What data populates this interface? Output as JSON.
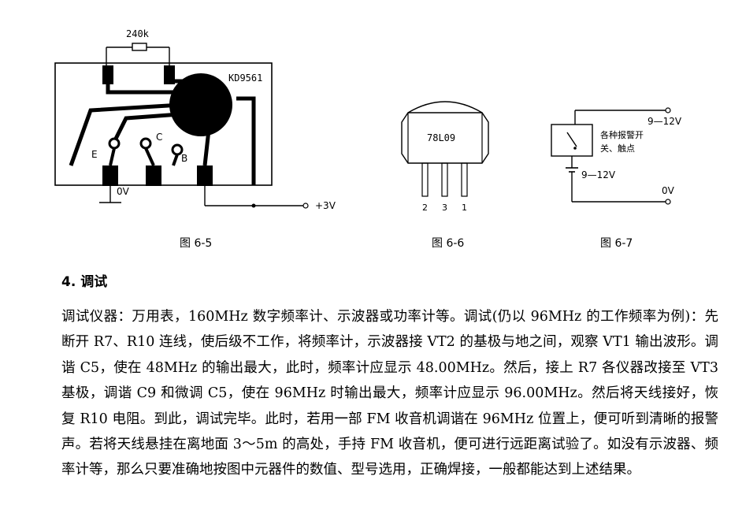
{
  "fig5": {
    "resistor_label": "240k",
    "chip_label": "KD9561",
    "pin_e": "E",
    "pin_c": "C",
    "pin_b": "B",
    "ground_label": "0V",
    "supply_label": "+3V",
    "caption": "图 6-5"
  },
  "fig6": {
    "part_label": "78L09",
    "pin_2": "2",
    "pin_3": "3",
    "pin_1": "1",
    "caption": "图 6-6"
  },
  "fig7": {
    "top_voltage": "9—12V",
    "switch_label_line1": "各种报警开",
    "switch_label_line2": "关、触点",
    "battery_voltage": "9—12V",
    "ground_label": "0V",
    "caption": "图 6-7"
  },
  "section": {
    "heading": "4. 调试",
    "paragraph": "调试仪器：万用表，160MHz 数字频率计、示波器或功率计等。调试(仍以 96MHz 的工作频率为例)：先断开 R7、R10 连线，使后级不工作，将频率计，示波器接 VT2 的基极与地之间，观察 VT1 输出波形。调谐 C5，使在 48MHz 的输出最大，此时，频率计应显示 48.00MHz。然后，接上 R7 各仪器改接至 VT3 基极，调谐 C9 和微调 C5，使在 96MHz 时输出最大，频率计应显示 96.00MHz。然后将天线接好，恢复 R10 电阻。到此，调试完毕。此时，若用一部 FM 收音机调谐在 96MHz 位置上，便可听到清晰的报警声。若将天线悬挂在离地面 3～5m 的高处，手持 FM 收音机，便可进行远距离试验了。如没有示波器、频率计等，那么只要准确地按图中元器件的数值、型号选用，正确焊接，一般都能达到上述结果。"
  }
}
